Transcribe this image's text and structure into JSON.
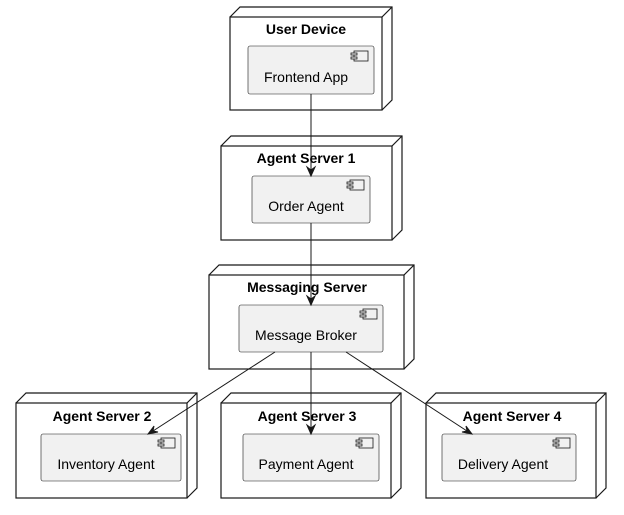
{
  "nodes": {
    "user_device": {
      "title": "User Device",
      "component": "Frontend App"
    },
    "agent_server_1": {
      "title": "Agent Server 1",
      "component": "Order Agent"
    },
    "messaging_server": {
      "title": "Messaging Server",
      "component": "Message Broker"
    },
    "agent_server_2": {
      "title": "Agent Server 2",
      "component": "Inventory Agent"
    },
    "agent_server_3": {
      "title": "Agent Server 3",
      "component": "Payment Agent"
    },
    "agent_server_4": {
      "title": "Agent Server 4",
      "component": "Delivery Agent"
    }
  },
  "links": [
    {
      "from": "Frontend App",
      "to": "Order Agent"
    },
    {
      "from": "Order Agent",
      "to": "Message Broker"
    },
    {
      "from": "Message Broker",
      "to": "Inventory Agent"
    },
    {
      "from": "Message Broker",
      "to": "Payment Agent"
    },
    {
      "from": "Message Broker",
      "to": "Delivery Agent"
    }
  ],
  "colors": {
    "line": "#181818",
    "component_fill": "#f1f1f1",
    "node_fill": "#ffffff"
  }
}
